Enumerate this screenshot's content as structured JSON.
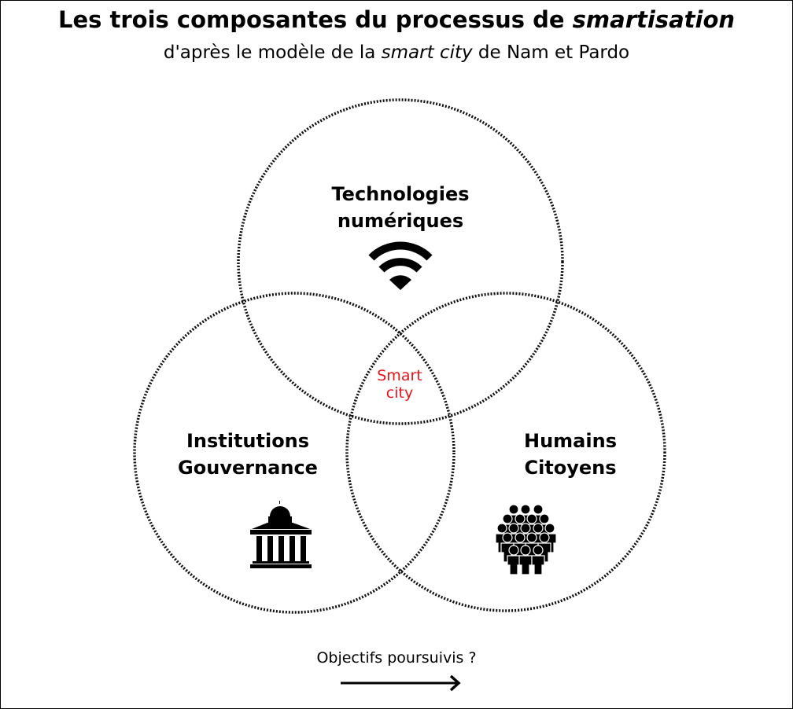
{
  "title": {
    "main": "Les trois composantes du processus de ",
    "italic": "smartisation"
  },
  "subtitle": {
    "before": "d'après le modèle de la ",
    "italic": "smart city",
    "after": " de Nam et Pardo"
  },
  "circles": [
    {
      "line1": "Technologies",
      "line2": "numériques",
      "icon": "wifi-icon"
    },
    {
      "line1": "Institutions",
      "line2": "Gouvernance",
      "icon": "government-building-icon"
    },
    {
      "line1": "Humains",
      "line2": "Citoyens",
      "icon": "crowd-icon"
    }
  ],
  "center": {
    "line1": "Smart",
    "line2": "city",
    "color": "#e8141c"
  },
  "footer": {
    "label": "Objectifs poursuivis ?",
    "icon": "arrow-right-icon"
  }
}
